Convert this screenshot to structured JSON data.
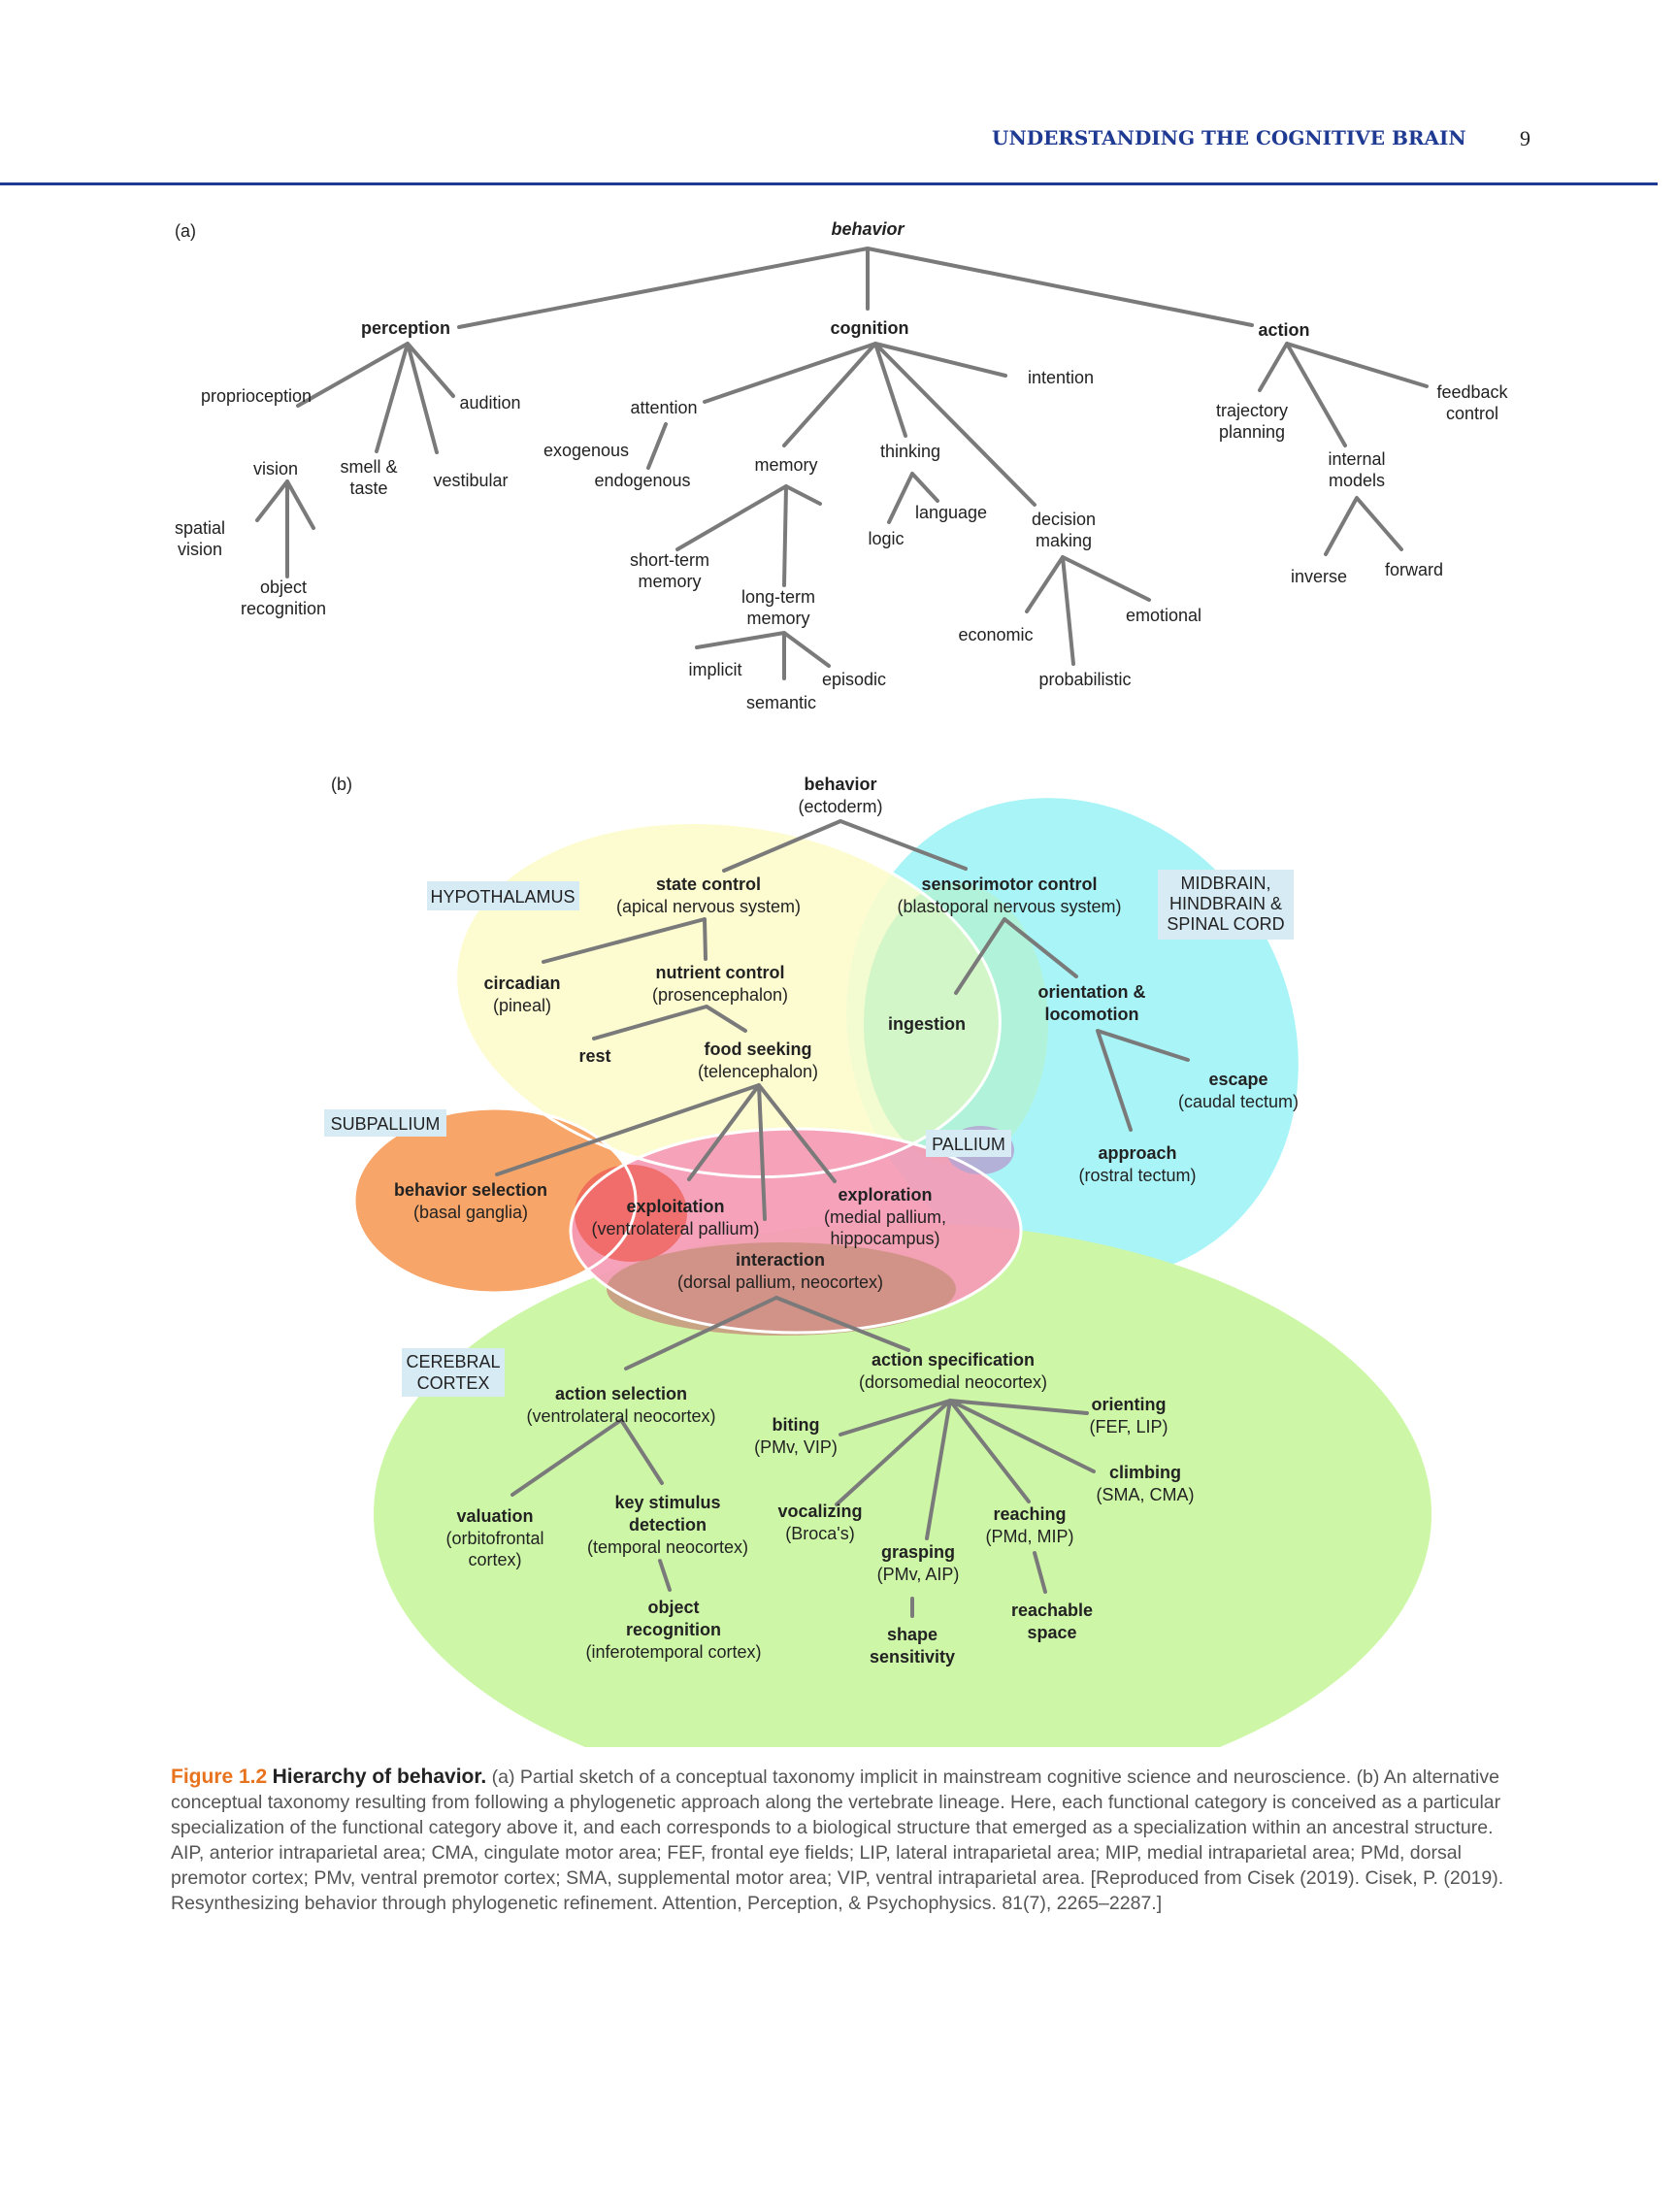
{
  "header": {
    "title": "UNDERSTANDING THE COGNITIVE BRAIN",
    "page_number": "9"
  },
  "panel_a": {
    "label": "(a)",
    "nodes": {
      "behavior": "behavior",
      "perception": "perception",
      "cognition": "cognition",
      "action": "action",
      "proprioception": "proprioception",
      "audition": "audition",
      "vision": "vision",
      "smell_taste": [
        "smell &",
        "taste"
      ],
      "vestibular": "vestibular",
      "spatial_vision": [
        "spatial",
        "vision"
      ],
      "object_recognition": [
        "object",
        "recognition"
      ],
      "attention": "attention",
      "exogenous": "exogenous",
      "endogenous": "endogenous",
      "memory": "memory",
      "thinking": "thinking",
      "intention": "intention",
      "short_term_memory": [
        "short-term",
        "memory"
      ],
      "long_term_memory": [
        "long-term",
        "memory"
      ],
      "implicit": "implicit",
      "semantic": "semantic",
      "episodic": "episodic",
      "language": "language",
      "logic": "logic",
      "decision_making": [
        "decision",
        "making"
      ],
      "economic": "economic",
      "probabilistic": "probabilistic",
      "emotional": "emotional",
      "trajectory_planning": [
        "trajectory",
        "planning"
      ],
      "internal_models": [
        "internal",
        "models"
      ],
      "feedback_control": [
        "feedback",
        "control"
      ],
      "inverse": "inverse",
      "forward": "forward"
    }
  },
  "panel_b": {
    "label": "(b)",
    "regions": {
      "hypothalamus": "HYPOTHALAMUS",
      "midbrain": [
        "MIDBRAIN,",
        "HINDBRAIN &",
        "SPINAL CORD"
      ],
      "subpallium": "SUBPALLIUM",
      "pallium": "PALLIUM",
      "cerebral_cortex": [
        "CEREBRAL",
        "CORTEX"
      ]
    },
    "nodes": {
      "behavior": [
        "behavior",
        "(ectoderm)"
      ],
      "state_control": [
        "state control",
        "(apical nervous system)"
      ],
      "sensorimotor_control": [
        "sensorimotor control",
        "(blastoporal nervous system)"
      ],
      "circadian": [
        "circadian",
        "(pineal)"
      ],
      "nutrient_control": [
        "nutrient control",
        "(prosencephalon)"
      ],
      "rest": "rest",
      "food_seeking": [
        "food seeking",
        "(telencephalon)"
      ],
      "ingestion": "ingestion",
      "orientation_locomotion": [
        "orientation &",
        "locomotion"
      ],
      "escape": [
        "escape",
        "(caudal tectum)"
      ],
      "approach": [
        "approach",
        "(rostral tectum)"
      ],
      "behavior_selection": [
        "behavior selection",
        "(basal ganglia)"
      ],
      "exploitation": [
        "exploitation",
        "(ventrolateral pallium)"
      ],
      "exploration": [
        "exploration",
        "(medial pallium,",
        "hippocampus)"
      ],
      "interaction": [
        "interaction",
        "(dorsal pallium, neocortex)"
      ],
      "action_selection": [
        "action selection",
        "(ventrolateral neocortex)"
      ],
      "action_specification": [
        "action specification",
        "(dorsomedial neocortex)"
      ],
      "valuation": [
        "valuation",
        "(orbitofrontal",
        "cortex)"
      ],
      "key_stimulus": [
        "key stimulus",
        "detection",
        "(temporal neocortex)"
      ],
      "object_recognition": [
        "object",
        "recognition",
        "(inferotemporal cortex)"
      ],
      "biting": [
        "biting",
        "(PMv, VIP)"
      ],
      "vocalizing": [
        "vocalizing",
        "(Broca's)"
      ],
      "grasping": [
        "grasping",
        "(PMv, AIP)"
      ],
      "shape_sensitivity": [
        "shape",
        "sensitivity"
      ],
      "reaching": [
        "reaching",
        "(PMd, MIP)"
      ],
      "reachable_space": [
        "reachable",
        "space"
      ],
      "orienting": [
        "orienting",
        "(FEF, LIP)"
      ],
      "climbing": [
        "climbing",
        "(SMA, CMA)"
      ]
    },
    "colors": {
      "hypothalamus": "#fdfccb",
      "midbrain": "#a9f4f7",
      "overlap_green": "#b8f2c3",
      "subpallium": "#f7a568",
      "pallium": "#f59ab5",
      "cortex": "#cdf7a7"
    }
  },
  "caption": {
    "figure_number": "Figure 1.2",
    "title": "Hierarchy of behavior.",
    "text": "(a) Partial sketch of a conceptual taxonomy implicit in mainstream cognitive science and neuroscience. (b) An alternative conceptual taxonomy resulting from following a phylogenetic approach along the vertebrate lineage. Here, each functional category is conceived as a particular specialization of the functional category above it, and each corresponds to a biological structure that emerged as a specialization within an ancestral structure. AIP, anterior intraparietal area; CMA, cingulate motor area; FEF, frontal eye fields; LIP, lateral intraparietal area; MIP, medial intraparietal area; PMd, dorsal premotor cortex; PMv, ventral premotor cortex; SMA, supplemental motor area; VIP, ventral intraparietal area. [Reproduced from Cisek (2019). Cisek, P. (2019). Resynthesizing behavior through phylogenetic refinement. Attention, Perception, & Psychophysics. 81(7), 2265–2287.]"
  }
}
